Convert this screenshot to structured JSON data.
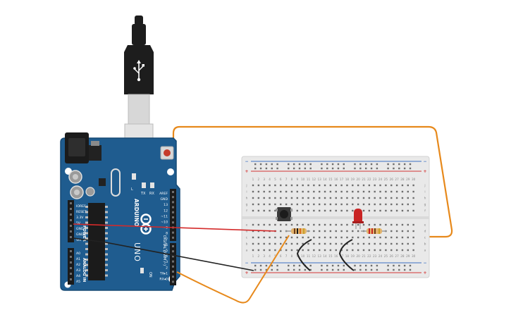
{
  "colors": {
    "board": "#1f5c8f",
    "board_edge": "#174a75",
    "breadboard": "#e9e9e9",
    "breadboard_edge": "#d2d2d2",
    "rail_red": "#d43535",
    "rail_blue": "#3a6fc2",
    "wire_orange": "#e7891b",
    "wire_red": "#d42a2a",
    "wire_black": "#222222",
    "led_red": "#c92424",
    "usb_black": "#1d1d1d",
    "usb_metal": "#cfcfcf"
  },
  "arduino": {
    "brand": "ARDUINO",
    "model": "UNO",
    "on_label": "ON",
    "tx_label": "TX",
    "rx_label": "RX",
    "l_label": "L",
    "power_label": "POWER",
    "analog_label": "ANALOG IN",
    "digital_label": "DIGITAL (PWM ~)",
    "power_pins": [
      "IOREF",
      "RESET",
      "3.3V",
      "5V",
      "GND",
      "GND",
      "Vin"
    ],
    "analog_pins": [
      "A0",
      "A1",
      "A2",
      "A3",
      "A4",
      "A5"
    ],
    "digital_pins": [
      "AREF",
      "GND",
      "13",
      "12",
      "~11",
      "~10",
      "~9",
      "8",
      "7",
      "~6",
      "~5",
      "4",
      "~3",
      "2",
      "TX▸1",
      "RX◂0"
    ]
  },
  "breadboard": {
    "rail_plus": "+",
    "rail_minus": "−",
    "row_letters_top": [
      "j",
      "i",
      "h",
      "g",
      "f"
    ],
    "row_letters_bottom": [
      "e",
      "d",
      "c",
      "b",
      "a"
    ],
    "column_numbers": [
      "1",
      "2",
      "3",
      "4",
      "5",
      "6",
      "7",
      "8",
      "9",
      "10",
      "11",
      "12",
      "13",
      "14",
      "15",
      "16",
      "17",
      "18",
      "19",
      "20",
      "21",
      "22",
      "23",
      "24",
      "25",
      "26",
      "27",
      "28",
      "29",
      "30"
    ]
  },
  "icons": {
    "usb": "usb-cable-icon",
    "arduino_logo": "arduino-infinity-icon"
  }
}
